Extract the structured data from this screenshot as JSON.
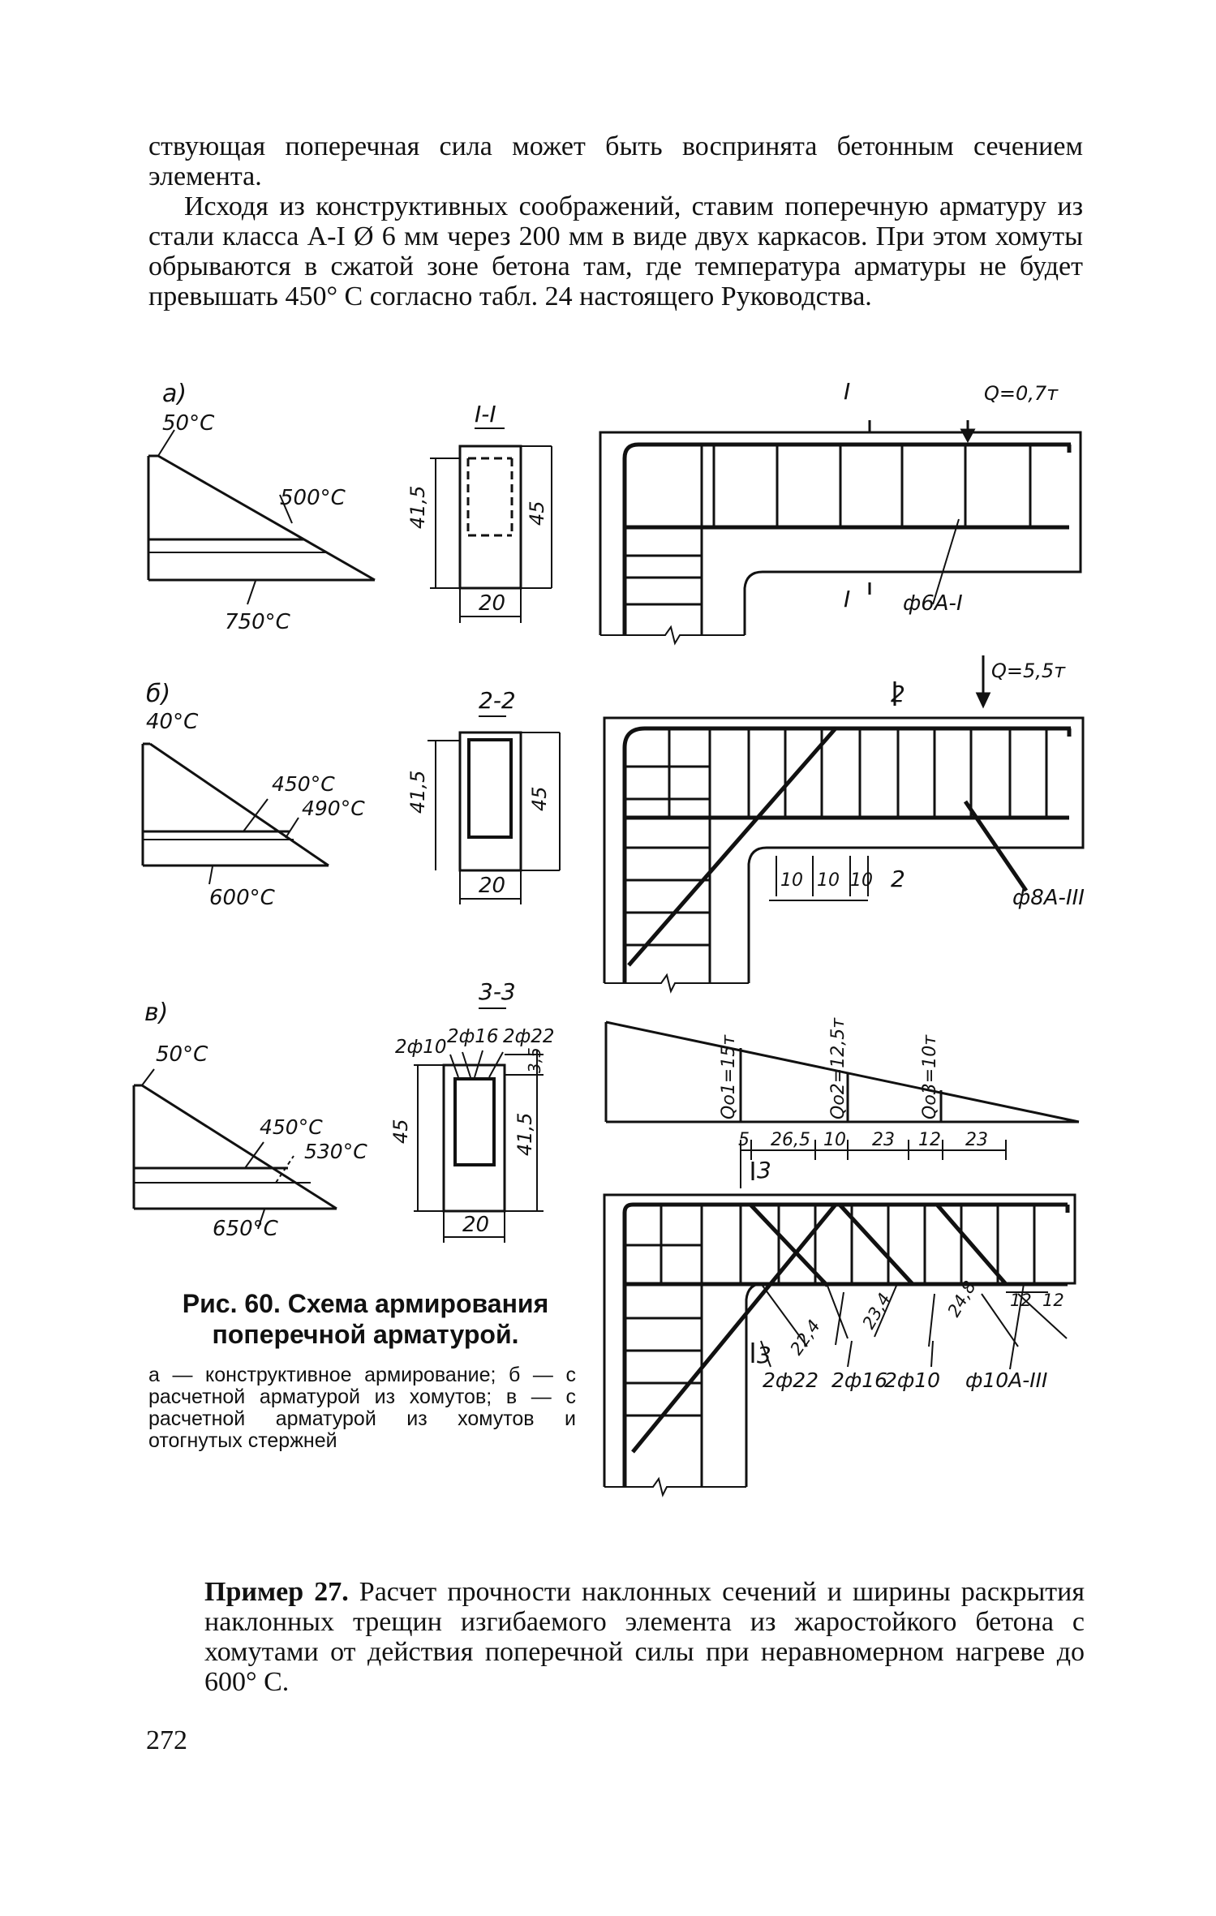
{
  "paragraphs": {
    "p1": "ствующая поперечная сила может быть воспринята бетонным сечением элемента.",
    "p2": "Исходя из конструктивных соображений, ставим поперечную арматуру из стали класса А-I Ø 6 мм через 200 мм в виде двух каркасов. При этом хомуты обрываются в сжатой зоне бетона там, где температура арматуры не будет превышать 450° С согласно табл. 24 настоящего Руководства."
  },
  "figure": {
    "panel_a": {
      "letter": "а)",
      "temp_top": "50°С",
      "temp_mid": "500°С",
      "temp_bottom": "750°С",
      "section_label": "I-I",
      "dim_height_inner": "41,5",
      "dim_height_outer": "45",
      "dim_width": "20",
      "cut_top": "I",
      "cut_bottom": "I",
      "load": "Q=0,7т",
      "rebar": "ф6А-I"
    },
    "panel_b": {
      "letter": "б)",
      "temp_top": "40°С",
      "temp_mid1": "450°С",
      "temp_mid2": "490°С",
      "temp_bottom": "600°С",
      "section_label": "2-2",
      "dim_height_inner": "41,5",
      "dim_height_outer": "45",
      "dim_width": "20",
      "cut_top": "2",
      "cut_bottom": "2",
      "load": "Q=5,5т",
      "spacing": [
        "10",
        "10",
        "10"
      ],
      "rebar": "ф8А-III"
    },
    "panel_c": {
      "letter": "в)",
      "temp_top": "50°С",
      "temp_mid1": "450°С",
      "temp_mid2": "530°С",
      "temp_bottom": "650°С",
      "section_label": "3-3",
      "bars_left": "2ф10",
      "bars_mid": "2ф16",
      "bars_right": "2ф22",
      "dim_cover": "3,5",
      "dim_height_outer": "45",
      "dim_height_inner": "41,5",
      "dim_width": "20",
      "shear_labels": [
        "Qo1=15т",
        "Qo2=12,5т",
        "Qo3=10т"
      ],
      "spacing": [
        "5",
        "26,5",
        "10",
        "23",
        "12",
        "23"
      ],
      "cut": "3",
      "diag_dims": [
        "22,4",
        "23,4",
        "24,8",
        "12",
        "12"
      ],
      "bottom_labels": [
        "2ф22",
        "2ф16",
        "2ф10",
        "ф10А-III"
      ]
    }
  },
  "caption": {
    "title": "Рис. 60. Схема армирования поперечной арматурой.",
    "legend": "а — конструктивное армирование; б — с расчетной арматурой из хомутов; в — с расчетной арматурой из хомутов и отогнутых стержней"
  },
  "example": {
    "label": "Пример 27.",
    "text": "Расчет прочности наклонных сечений и ширины раскрытия наклонных трещин изгибаемого элемента из жаростойкого бетона с хомутами от действия поперечной силы при неравномерном нагреве до 600° С."
  },
  "page_number": "272"
}
